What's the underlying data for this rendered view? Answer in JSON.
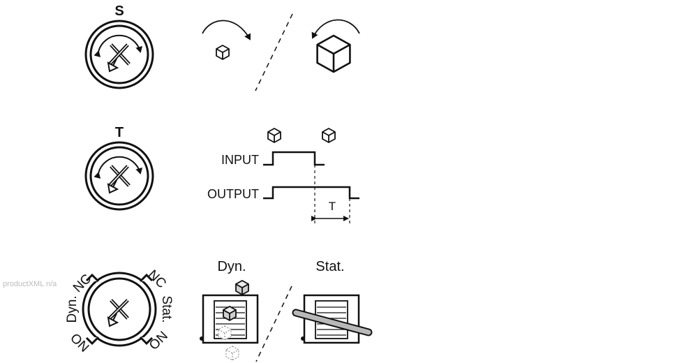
{
  "labels": {
    "sensitivity_letter": "S",
    "timer_letter": "T",
    "input": "INPUT",
    "output": "OUTPUT",
    "delay": "T",
    "ring_nc_left": "NC",
    "ring_nc_right": "NC",
    "ring_dyn": "Dyn.",
    "ring_stat": "Stat.",
    "ring_no_left": "NO",
    "ring_no_right": "NO",
    "dyn_heading": "Dyn.",
    "stat_heading": "Stat."
  },
  "side_note": "productXML n/a",
  "colors": {
    "ink": "#111111",
    "ghost": "#9a9a9a",
    "box_fill": "#cfcfcf"
  }
}
